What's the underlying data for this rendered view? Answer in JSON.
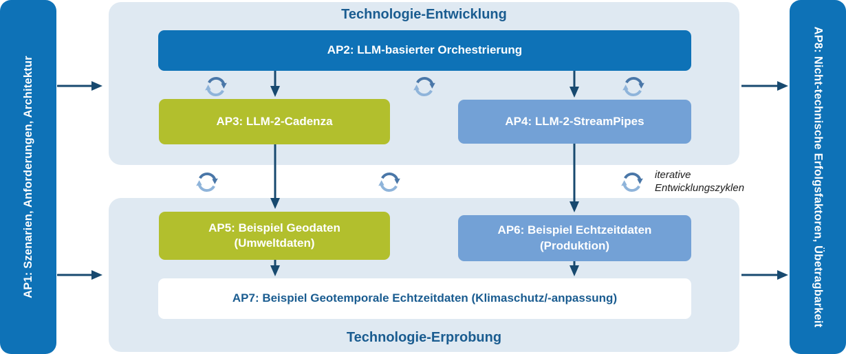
{
  "diagram": {
    "side_left": {
      "label": "AP1: Szenarien, Anforderungen, Architektur"
    },
    "side_right": {
      "label": "AP8: Nicht-technische Erfolgsfaktoren, Übetragbarkeit"
    },
    "top": {
      "title": "Technologie-Entwicklung",
      "ap2": "AP2: LLM-basierter Orchestrierung",
      "ap3": "AP3: LLM-2-Cadenza",
      "ap4": "AP4: LLM-2-StreamPipes"
    },
    "bottom": {
      "title": "Technologie-Erprobung",
      "ap5_line1": "AP5: Beispiel Geodaten",
      "ap5_line2": "(Umweltdaten)",
      "ap6_line1": "AP6: Beispiel Echtzeitdaten",
      "ap6_line2": "(Produktion)",
      "ap7": "AP7: Beispiel Geotemporale Echtzeitdaten (Klimaschutz/-anpassung)"
    },
    "annotation": {
      "line1": "iterative",
      "line2": "Entwicklungszyklen"
    },
    "colors": {
      "primary_blue": "#0e72b7",
      "light_blue": "#73a1d6",
      "green": "#b2bf2d",
      "panel_bg": "#dfe9f2",
      "arrow_navy": "#17496f",
      "title_blue": "#1a5c90",
      "cycle_dark": "#4a77a8",
      "cycle_light": "#8fb4da"
    }
  }
}
